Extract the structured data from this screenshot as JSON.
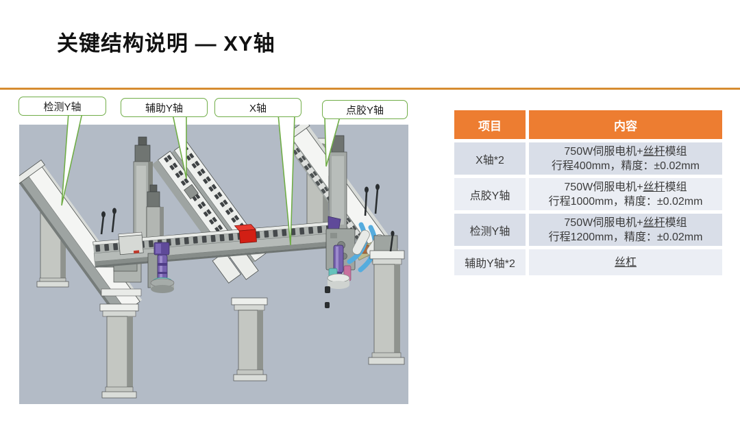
{
  "slide": {
    "title": "关键结构说明 — XY轴"
  },
  "colors": {
    "accent-orange": "#D68C30",
    "table-header": "#ED7D31",
    "row-dark": "#D9DEE8",
    "row-light": "#EBEEF4",
    "callout-green": "#70AD47",
    "fig-bg": "#B3BBC6",
    "slider-red": "#D21F14",
    "machine-purple": "#7661AE",
    "ring-teal": "#8FD9D3",
    "hose-blue": "#55ACDE"
  },
  "figure": {
    "callouts": [
      {
        "label": "检测Y轴"
      },
      {
        "label": "辅助Y轴"
      },
      {
        "label": "X轴"
      },
      {
        "label": "点胶Y轴"
      }
    ]
  },
  "table": {
    "headers": [
      "项目",
      "内容"
    ],
    "rows": [
      {
        "item": "X轴*2",
        "c_prefix": "750W伺服电机+",
        "c_ul": "丝杆",
        "c_suffix": "模组",
        "line2": "行程400mm，精度：±0.02mm"
      },
      {
        "item": "点胶Y轴",
        "c_prefix": "750W伺服电机+",
        "c_ul": "丝杆",
        "c_suffix": "模组",
        "line2": "行程1000mm，精度：±0.02mm"
      },
      {
        "item": "检测Y轴",
        "c_prefix": "750W伺服电机+",
        "c_ul": "丝杆",
        "c_suffix": "模组",
        "line2": "行程1200mm，精度：±0.02mm"
      },
      {
        "item": "辅助Y轴*2",
        "c_prefix": "",
        "c_ul": "丝杠",
        "c_suffix": "",
        "line2": ""
      }
    ]
  }
}
